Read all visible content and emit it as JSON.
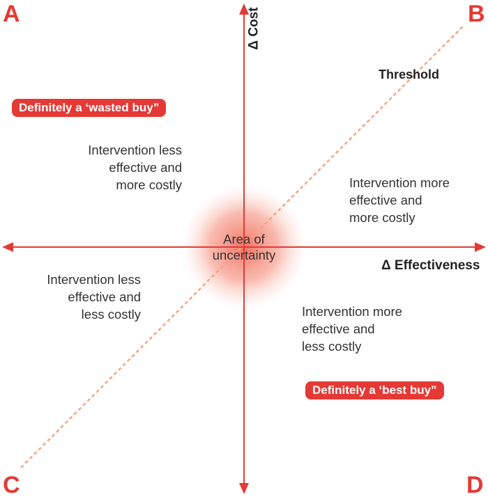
{
  "corners": {
    "a": "A",
    "b": "B",
    "c": "C",
    "d": "D"
  },
  "axes": {
    "y_label": "Δ Cost",
    "x_label": "Δ Effectiveness"
  },
  "threshold_label": "Threshold",
  "badges": {
    "wasted": "Definitely a ‘wasted buy”",
    "best": "Definitely a ‘best buy”"
  },
  "quadrants": {
    "top_left": [
      "Intervention less",
      "effective and",
      "more costly"
    ],
    "top_right": [
      "Intervention more",
      "effective and",
      "more costly"
    ],
    "bottom_left": [
      "Intervention less",
      "effective and",
      "less costly"
    ],
    "bottom_right": [
      "Intervention more",
      "effective and",
      "less costly"
    ]
  },
  "uncertainty": [
    "Area of",
    "uncertainty"
  ],
  "colors": {
    "accent": "#e53935",
    "threshold": "#f4a582",
    "uncertainty": "#f8b4a6",
    "text": "#333333"
  }
}
